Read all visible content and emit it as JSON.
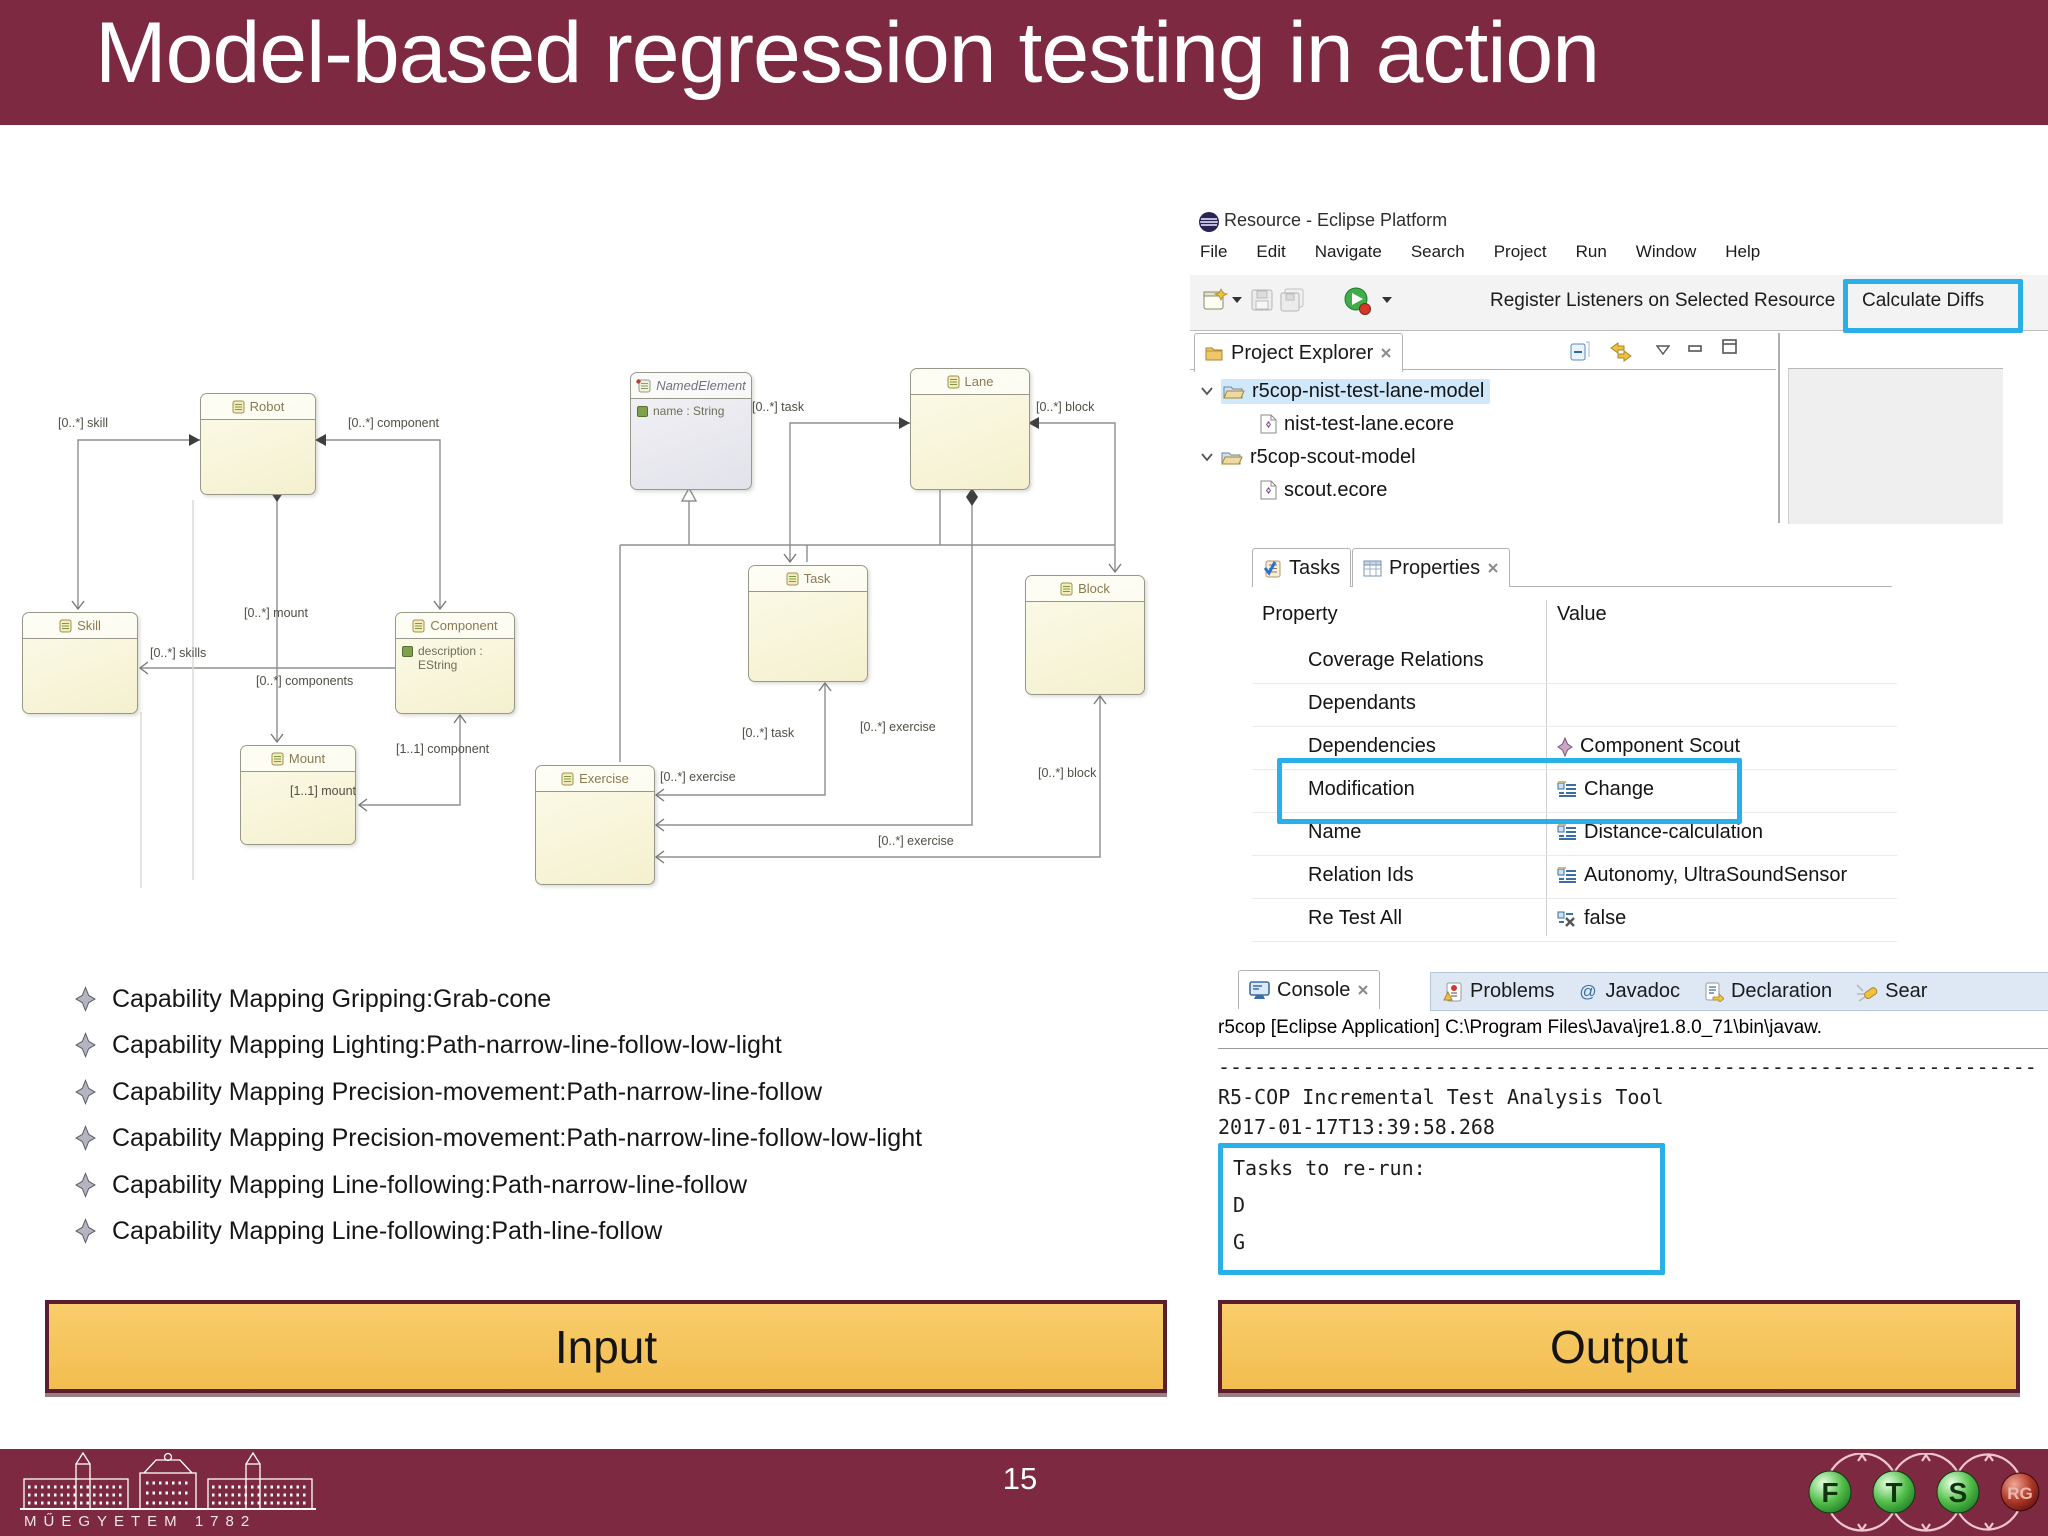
{
  "slide": {
    "title": "Model-based regression testing in action",
    "page_number": "15",
    "university_logo_text": "MŰEGYETEM 1782",
    "input_label": "Input",
    "output_label": "Output"
  },
  "colors": {
    "maroon": "#7d2942",
    "gold": "#f5c45c",
    "highlight_cyan": "#29b0e8",
    "tree_selection": "#cfe8fb"
  },
  "capability_list": [
    "Capability Mapping Gripping:Grab-cone",
    "Capability Mapping Lighting:Path-narrow-line-follow-low-light",
    "Capability Mapping Precision-movement:Path-narrow-line-follow",
    "Capability Mapping Precision-movement:Path-narrow-line-follow-low-light",
    "Capability Mapping Line-following:Path-narrow-line-follow",
    "Capability Mapping Line-following:Path-line-follow"
  ],
  "diagram": {
    "classes": [
      {
        "name": "Robot",
        "attrs": []
      },
      {
        "name": "Skill",
        "attrs": []
      },
      {
        "name": "Component",
        "attrs": [
          "description : EString"
        ]
      },
      {
        "name": "Mount",
        "attrs": []
      },
      {
        "name": "NamedElement",
        "attrs": [
          "name : String"
        ]
      },
      {
        "name": "Lane",
        "attrs": []
      },
      {
        "name": "Task",
        "attrs": []
      },
      {
        "name": "Block",
        "attrs": []
      },
      {
        "name": "Exercise",
        "attrs": []
      }
    ],
    "edge_labels": [
      "[0..*] skill",
      "[0..*] component",
      "[0..*] mount",
      "[0..*] skills",
      "[0..*] components",
      "[1..1] component",
      "[1..1] mount",
      "[0..*] task",
      "[0..*] block",
      "[0..*] exercise",
      "[0..*] task",
      "[0..*] exercise",
      "[0..*] block",
      "[0..*] exercise"
    ]
  },
  "eclipse": {
    "window_title": "Resource - Eclipse Platform",
    "menu": [
      "File",
      "Edit",
      "Navigate",
      "Search",
      "Project",
      "Run",
      "Window",
      "Help"
    ],
    "toolbar": {
      "register_listeners": "Register Listeners on Selected Resource",
      "calculate_diffs": "Calculate Diffs"
    },
    "project_explorer": {
      "title": "Project Explorer",
      "items": [
        {
          "label": "r5cop-nist-test-lane-model"
        },
        {
          "label": "nist-test-lane.ecore"
        },
        {
          "label": "r5cop-scout-model"
        },
        {
          "label": "scout.ecore"
        }
      ]
    },
    "properties_view": {
      "tasks_tab": "Tasks",
      "properties_tab": "Properties",
      "columns": {
        "property": "Property",
        "value": "Value"
      },
      "rows": [
        {
          "property": "Coverage Relations",
          "value": ""
        },
        {
          "property": "Dependants",
          "value": ""
        },
        {
          "property": "Dependencies",
          "value": "Component Scout"
        },
        {
          "property": "Modification",
          "value": "Change"
        },
        {
          "property": "Name",
          "value": "Distance-calculation"
        },
        {
          "property": "Relation Ids",
          "value": "Autonomy, UltraSoundSensor"
        },
        {
          "property": "Re Test All",
          "value": "false"
        }
      ]
    },
    "console_view": {
      "tabs": [
        "Console",
        "Problems",
        "Javadoc",
        "Declaration",
        "Sear"
      ],
      "process_line": "r5cop [Eclipse Application] C:\\Program Files\\Java\\jre1.8.0_71\\bin\\javaw.",
      "lines": [
        "--------------------------------------------------------------------",
        "R5-COP Incremental Test Analysis Tool",
        "2017-01-17T13:39:58.268"
      ],
      "highlighted_lines": [
        "Tasks to re-run:",
        "D",
        "G"
      ]
    }
  }
}
